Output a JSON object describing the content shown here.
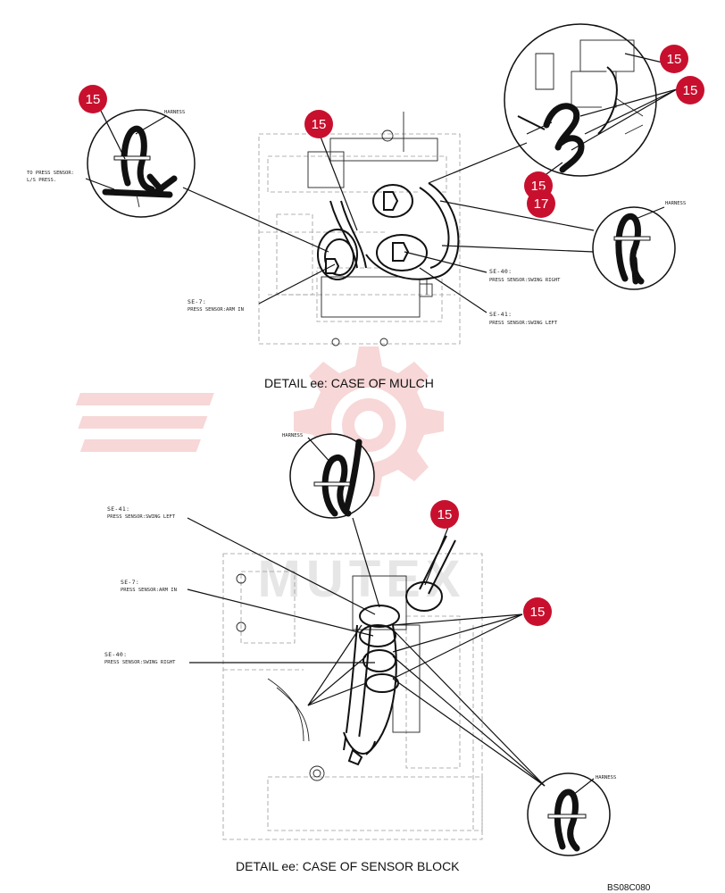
{
  "badges": {
    "b1": "15",
    "b2": "15",
    "b3": "15",
    "b4": "15",
    "b5": "15",
    "b6": "17",
    "b7": "15",
    "b8": "15"
  },
  "labels": {
    "harness": "HARNESS",
    "to_press_sensor_1": "TO PRESS SENSOR:",
    "to_press_sensor_2": "L/S PRESS.",
    "se7_code": "SE-7:",
    "se7_name": "PRESS SENSOR:ARM IN",
    "se40_code": "SE-40:",
    "se40_name": "PRESS SENSOR:SWING RIGHT",
    "se41_code": "SE-41:",
    "se41_name": "PRESS SENSOR:SWING LEFT"
  },
  "captions": {
    "top": "DETAIL ee: CASE OF MULCH",
    "bottom": "DETAIL ee: CASE OF SENSOR BLOCK"
  },
  "watermark": "MUTEX",
  "figure_code": "BS08C080",
  "colors": {
    "badge": "#c8102e",
    "watermark": "#f2b8b8",
    "line": "#111111"
  }
}
